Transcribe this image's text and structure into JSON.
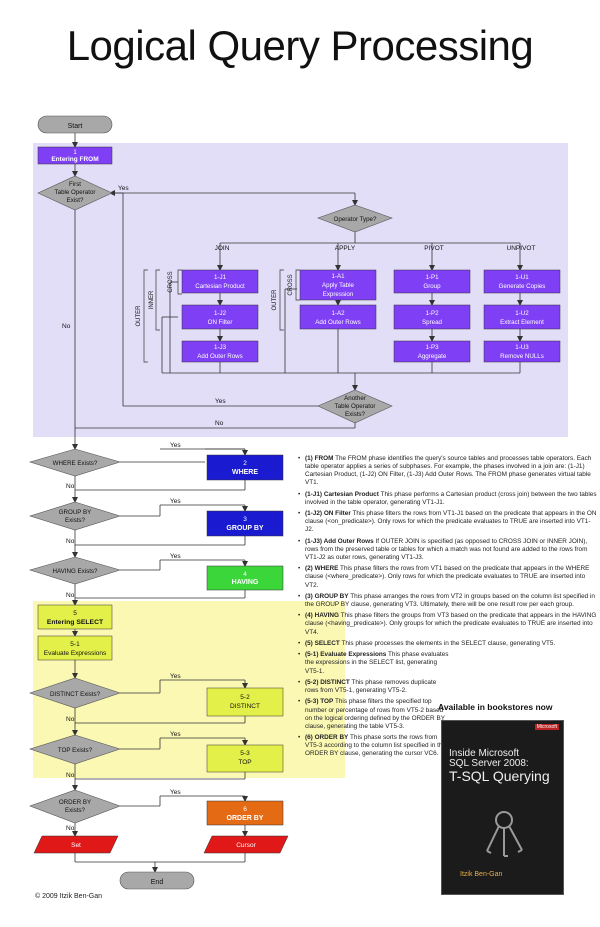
{
  "title": "Logical Query Processing",
  "nodes": {
    "start": "Start",
    "end": "End",
    "from_num": "1",
    "from_label": "Entering FROM",
    "first_table_q1": "First",
    "first_table_q2": "Table Operator",
    "first_table_q3": "Exist?",
    "operator_type": "Operator Type?",
    "join": "JOIN",
    "apply": "APPLY",
    "pivot": "PIVOT",
    "unpivot": "UNPIVOT",
    "cross": "CROSS",
    "inner": "INNER",
    "outer": "OUTER",
    "j1_num": "1-J1",
    "j1_label": "Cartesian Product",
    "j2_num": "1-J2",
    "j2_label": "ON Filter",
    "j3_num": "1-J3",
    "j3_label": "Add Outer Rows",
    "a1_num": "1-A1",
    "a1_label1": "Apply Table",
    "a1_label2": "Expression",
    "a2_num": "1-A2",
    "a2_label": "Add Outer Rows",
    "p1_num": "1-P1",
    "p1_label": "Group",
    "p2_num": "1-P2",
    "p2_label": "Spread",
    "p3_num": "1-P3",
    "p3_label": "Aggregate",
    "u1_num": "1-U1",
    "u1_label": "Generate Copies",
    "u2_num": "1-U2",
    "u2_label": "Extract Element",
    "u3_num": "1-U3",
    "u3_label": "Remove NULLs",
    "another_q1": "Another",
    "another_q2": "Table Operator",
    "another_q3": "Exists?",
    "where_q": "WHERE Exists?",
    "where_num": "2",
    "where_label": "WHERE",
    "groupby_q1": "GROUP BY",
    "groupby_q2": "Exists?",
    "groupby_num": "3",
    "groupby_label": "GROUP BY",
    "having_q": "HAVING Exists?",
    "having_num": "4",
    "having_label": "HAVING",
    "select_num": "5",
    "select_label": "Entering SELECT",
    "s1_num": "5-1",
    "s1_label": "Evaluate Expressions",
    "distinct_q": "DISTINCT Exists?",
    "s2_num": "5-2",
    "s2_label": "DISTINCT",
    "top_q": "TOP Exists?",
    "s3_num": "5-3",
    "s3_label": "TOP",
    "orderby_q1": "ORDER BY",
    "orderby_q2": "Exists?",
    "orderby_num": "6",
    "orderby_label": "ORDER BY",
    "set": "Set",
    "cursor": "Cursor",
    "yes": "Yes",
    "no": "No"
  },
  "colors": {
    "purple": "#7f3ff5",
    "blue": "#1a1ad0",
    "green": "#3ad63a",
    "yellow_green": "#e4f04a",
    "orange": "#e56a14",
    "red": "#e01818",
    "decision": "#a8a8a8",
    "from_region": "#e3def8",
    "select_region": "#fbf8b4"
  },
  "notes": [
    {
      "term": "(1) FROM",
      "text": "The FROM phase identifies the query's source tables and processes table operators. Each table operator applies a series of subphases. For example, the phases involved in a join are: (1-J1) Cartesian Product, (1-J2) ON Filter, (1-J3) Add Outer Rows. The FROM phase generates virtual table VT1."
    },
    {
      "term": "(1-J1) Cartesian Product",
      "text": "This phase performs a Cartesian product (cross join) between the two tables involved in the table operator, generating VT1-J1."
    },
    {
      "term": "(1-J2) ON Filter",
      "text": "This phase filters the rows from VT1-J1 based on the predicate that appears in the ON clause (<on_predicate>). Only rows for which the predicate evaluates to TRUE are inserted into VT1-J2."
    },
    {
      "term": "(1-J3) Add Outer Rows",
      "text": "If OUTER JOIN is specified (as opposed to CROSS JOIN or INNER JOIN), rows from the preserved table or tables for which a match was not found are added to the rows from VT1-J2 as outer rows, generating VT1-J3."
    },
    {
      "term": "(2) WHERE",
      "text": "This phase filters the rows from VT1 based on the predicate that appears in the WHERE clause (<where_predicate>). Only rows for which the predicate evaluates to TRUE are inserted into VT2."
    },
    {
      "term": "(3) GROUP BY",
      "text": "This phase arranges the rows from VT2 in groups based on the column list specified in the GROUP BY clause, generating VT3. Ultimately, there will be one result row per each group."
    },
    {
      "term": "(4) HAVING",
      "text": "This phase filters the groups from VT3 based on the predicate that appears in the HAVING clause (<having_predicate>). Only groups for which the predicate evaluates to TRUE are inserted into VT4."
    },
    {
      "term": "(5) SELECT",
      "text": "This phase processes the elements in the SELECT clause, generating VT5."
    },
    {
      "term": "(5-1) Evaluate Expressions",
      "text": "This phase evaluates the expressions in the SELECT list, generating VT5-1."
    },
    {
      "term": "(5-2) DISTINCT",
      "text": "This phase removes duplicate rows from VT5-1, generating VT5-2."
    },
    {
      "term": "(5-3) TOP",
      "text": "This phase filters the specified top number or percentage of rows from VT5-2 based on the logical ordering defined by the ORDER BY clause, generating the table VT5-3."
    },
    {
      "term": "(6) ORDER BY",
      "text": "This phase sorts the rows from VT5-3 according to the column list specified in the ORDER BY clause, generating the cursor VC6."
    }
  ],
  "available": "Available in bookstores now",
  "book": {
    "publisher": "Microsoft",
    "line1": "Inside Microsoft",
    "line2": "SQL Server 2008:",
    "line3": "T-SQL Querying",
    "author": "Itzik Ben-Gan"
  },
  "copyright": "© 2009 Itzik Ben-Gan"
}
